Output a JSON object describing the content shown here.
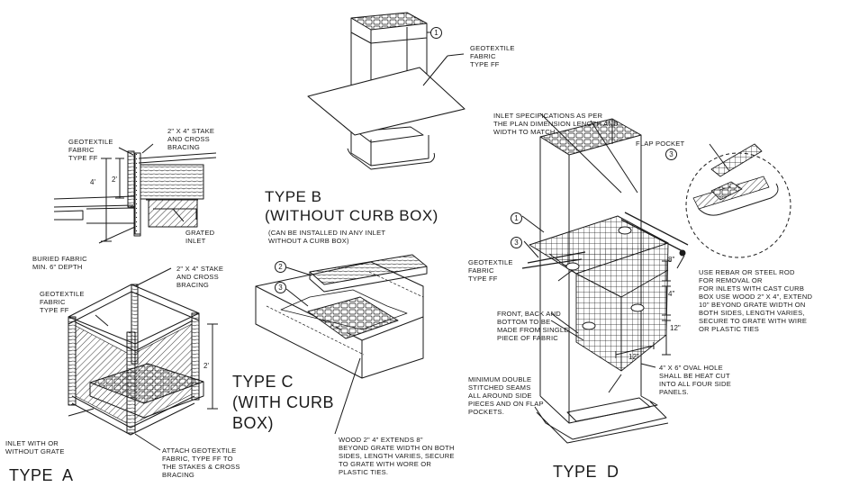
{
  "type_labels": {
    "a": "TYPE  A",
    "b_title": "TYPE B",
    "b_subtitle": "(WITHOUT CURB BOX)",
    "b_note": "(CAN BE INSTALLED IN ANY INLET\nWITHOUT A CURB BOX)",
    "c_line1": "TYPE C",
    "c_line2": "(WITH CURB",
    "c_line3": "BOX)",
    "d": "TYPE  D"
  },
  "notes": {
    "b_fabric": "GEOTEXTILE\nFABRIC\nTYPE FF",
    "sec_fabric": "GEOTEXTILE\nFABRIC\nTYPE FF",
    "sec_stake": "2\" X 4\" STAKE\nAND CROSS\nBRACING",
    "sec_grated": "GRATED\nINLET",
    "sec_buried": "BURIED FABRIC\nMIN. 6\" DEPTH",
    "a_stake": "2\" X 4\" STAKE\nAND CROSS\nBRACING",
    "a_fabric": "GEOTEXTILE\nFABRIC\nTYPE FF",
    "a_inlet": "INLET WITH OR\nWITHOUT GRATE",
    "a_attach": "ATTACH GEOTEXTILE\nFABRIC, TYPE FF TO\nTHE STAKES & CROSS\nBRACING",
    "c_wood": "WOOD 2\" 4\" EXTENDS 8\"\nBEYOND GRATE WIDTH ON BOTH\nSIDES, LENGTH VARIES, SECURE\nTO GRATE WITH WORE OR\nPLASTIC TIES.",
    "d_spec": "INLET SPECIFICATIONS AS PER\nTHE PLAN DIMENSION LENGTH AND\nWIDTH TO MATCH",
    "d_flap": "FLAP POCKET",
    "d_fabric": "GEOTEXTILE\nFABRIC\nTYPE FF",
    "d_rebar": "USE REBAR OR STEEL ROD\nFOR REMOVAL OR\nFOR INLETS WITH CAST CURB\nBOX USE WOOD 2\" X 4\", EXTEND\n10\" BEYOND GRATE WIDTH ON\nBOTH SIDES, LENGTH VARIES,\nSECURE TO GRATE WITH WIRE\nOR PLASTIC TIES",
    "d_front": "FRONT, BACK AND\nBOTTOM TO BE\nMADE FROM SINGLE\nPIECE OF FABRIC",
    "d_seams": "MINIMUM DOUBLE\nSTITCHED SEAMS\nALL AROUND SIDE\nPIECES AND ON FLAP\nPOCKETS.",
    "d_oval": "4\" X 6\" OVAL HOLE\nSHALL BE HEAT CUT\nINTO ALL FOUR SIDE\nPANELS."
  },
  "dimensions": {
    "sec_4ft": "4'",
    "sec_2ft": "2'",
    "a_2ft": "2'",
    "d_8in": "8\"",
    "d_4in": "4\"",
    "d_12in_side": "12\"",
    "d_12in_bottom": "12\""
  },
  "callouts": {
    "b_1": "1",
    "c_2": "2",
    "c_3": "3",
    "d_1": "1",
    "d_3": "3",
    "d_flap_3": "3"
  }
}
